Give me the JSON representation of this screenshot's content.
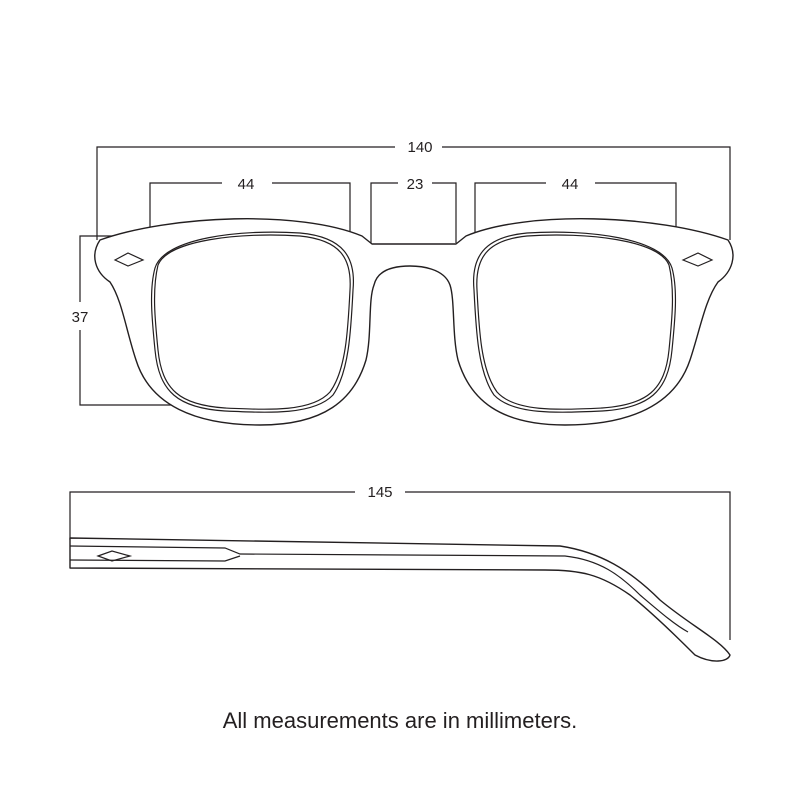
{
  "dimensions": {
    "total_width": "140",
    "lens_width_left": "44",
    "bridge_width": "23",
    "lens_width_right": "44",
    "lens_height": "37",
    "temple_length": "145"
  },
  "caption": "All measurements are in millimeters.",
  "colors": {
    "line": "#231f20",
    "background": "#ffffff"
  }
}
